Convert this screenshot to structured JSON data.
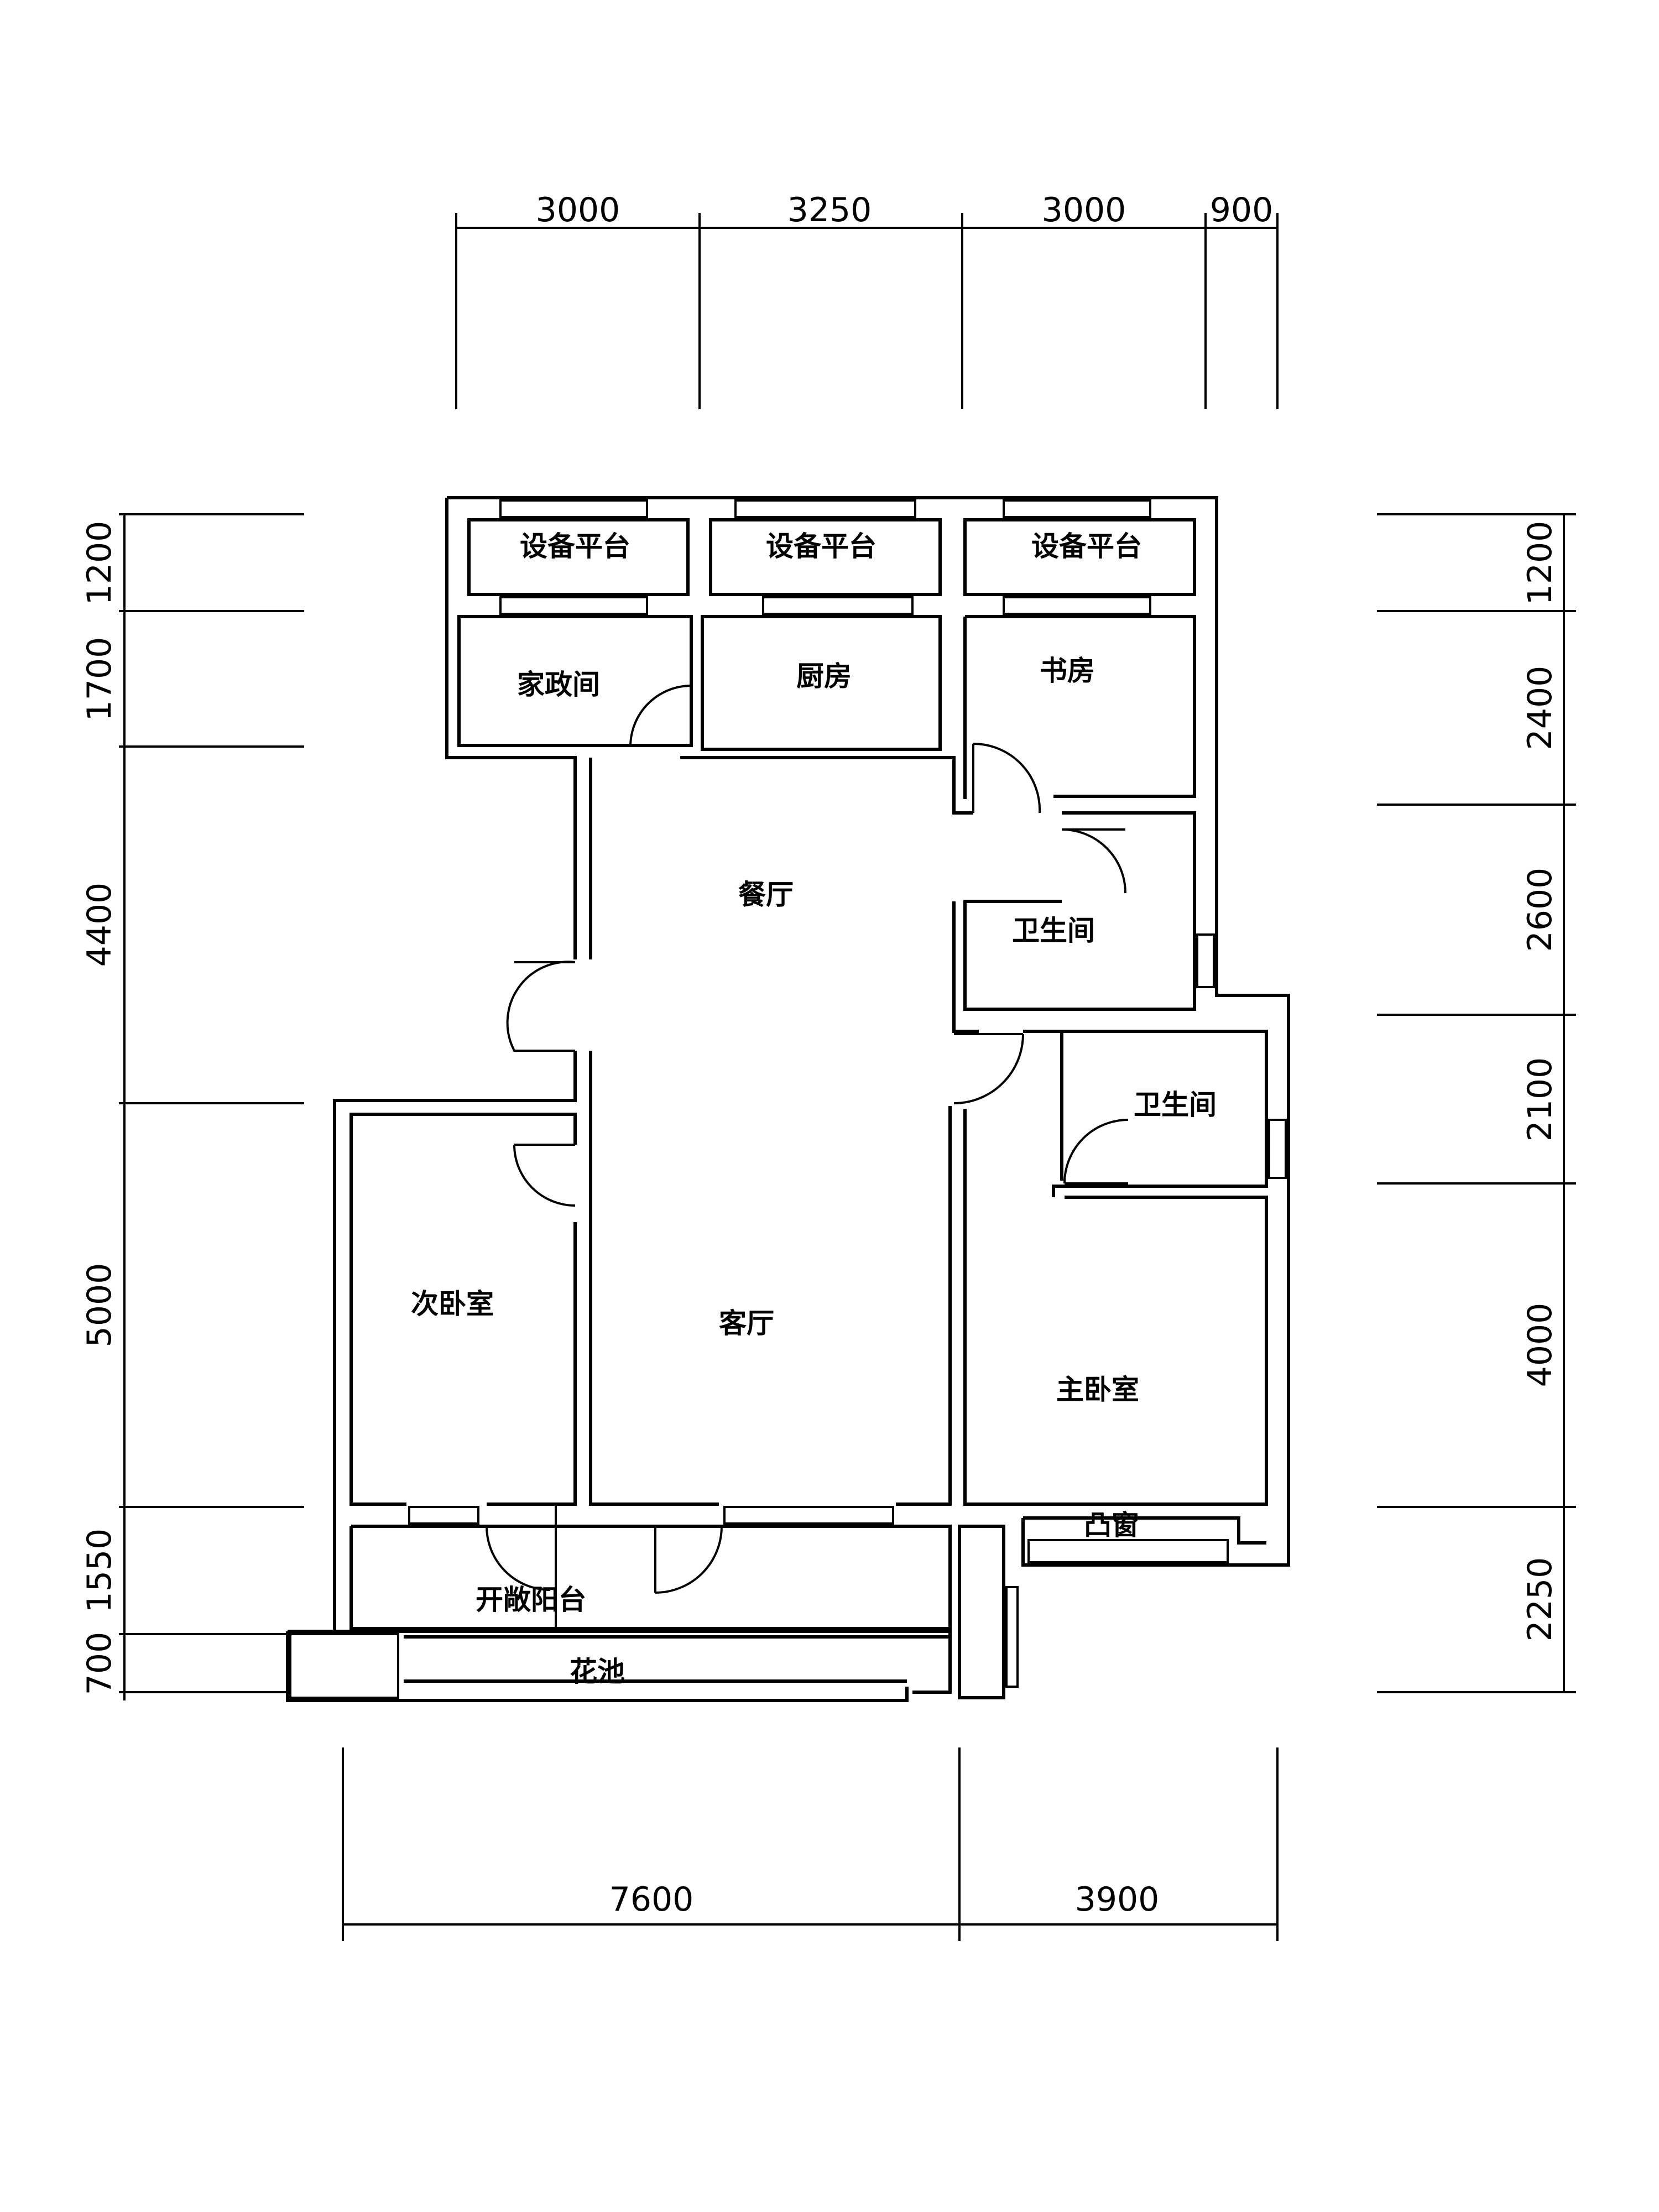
{
  "dimensions": {
    "top": [
      "3000",
      "3250",
      "3000",
      "900"
    ],
    "bottom": [
      "7600",
      "3900"
    ],
    "left": [
      "1200",
      "1700",
      "4400",
      "5000",
      "1550",
      "700"
    ],
    "right": [
      "1200",
      "2400",
      "2600",
      "2100",
      "4000",
      "2250"
    ]
  },
  "rooms": {
    "equip1": "设备平台",
    "equip2": "设备平台",
    "equip3": "设备平台",
    "housekeeping": "家政间",
    "kitchen": "厨房",
    "study": "书房",
    "dining": "餐厅",
    "bath1": "卫生间",
    "bath2": "卫生间",
    "second_bedroom": "次卧室",
    "living": "客厅",
    "master_bedroom": "主卧室",
    "bay_window": "凸窗",
    "open_balcony": "开敞阳台",
    "planter": "花池"
  }
}
